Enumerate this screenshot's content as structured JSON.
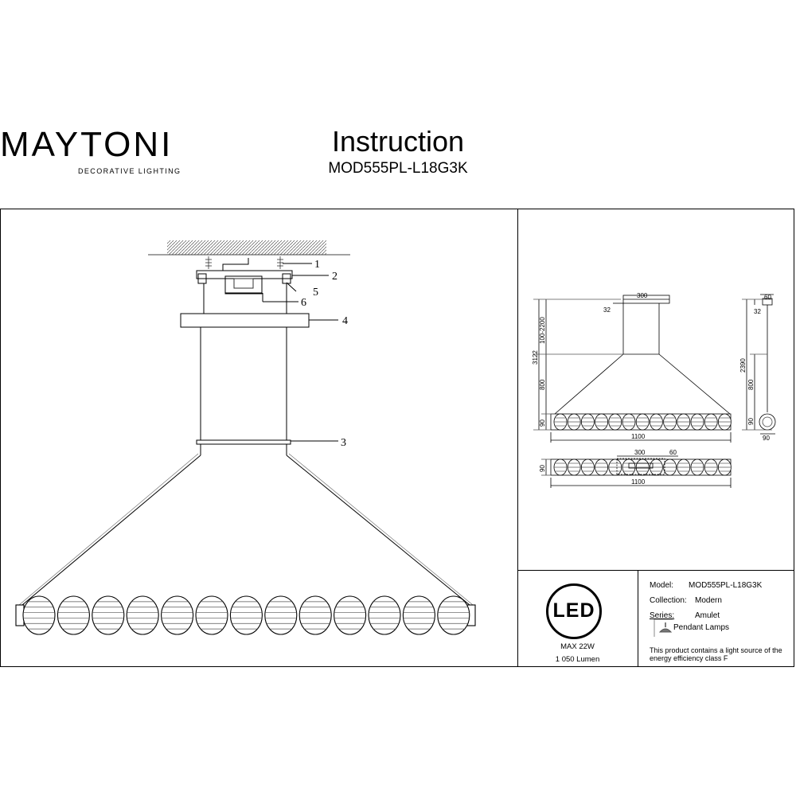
{
  "header": {
    "brand": "MAYTONI",
    "brand_tagline": "DECORATIVE LIGHTING",
    "title": "Instruction",
    "model_code": "MOD555PL-L18G3K"
  },
  "drawing_labels": {
    "callouts": [
      "1",
      "2",
      "3",
      "4",
      "5",
      "6"
    ],
    "dimensions": {
      "canopy_width": "300",
      "canopy_height": "32",
      "cable_range": "100-2200",
      "total_height": "3122",
      "cone_height": "800",
      "bar_height": "90",
      "bar_length": "1100",
      "side_total_height": "2390",
      "side_canopy_width": "60",
      "side_bar_depth": "90",
      "top_canopy_width": "300",
      "top_canopy_depth": "60",
      "top_bar_depth": "90",
      "top_bar_length": "1100"
    }
  },
  "spec": {
    "led_badge": "LED",
    "power": "MAX 22W",
    "lumen": "1 050 Lumen",
    "model_label": "Model:",
    "model_value": "MOD555PL-L18G3K",
    "collection_label": "Collection:",
    "collection_value": "Modern",
    "series_label": "Series:",
    "series_value": "Amulet",
    "type_value": "Pendant Lamps",
    "energy_note": "This product contains a light source of the energy efficiency class F"
  }
}
